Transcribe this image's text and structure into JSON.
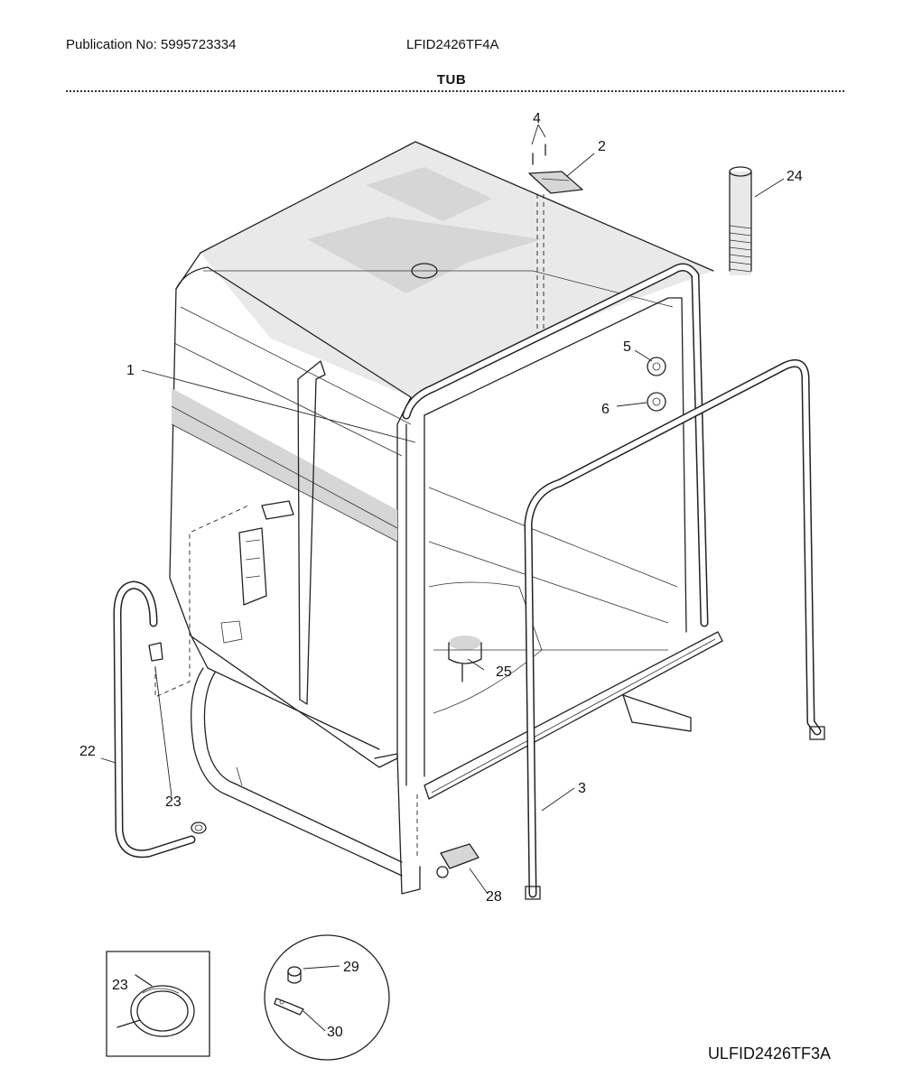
{
  "header": {
    "publication": "Publication No: 5995723334",
    "model": "LFID2426TF4A",
    "section_title": "TUB"
  },
  "callouts": {
    "c1": "1",
    "c2": "2",
    "c3": "3",
    "c4": "4",
    "c5": "5",
    "c6": "6",
    "c22": "22",
    "c23": "23",
    "c23_detail": "23",
    "c24": "24",
    "c25": "25",
    "c28": "28",
    "c29": "29",
    "c30": "30"
  },
  "footer": {
    "drawing_code": "ULFID2426TF3A"
  }
}
